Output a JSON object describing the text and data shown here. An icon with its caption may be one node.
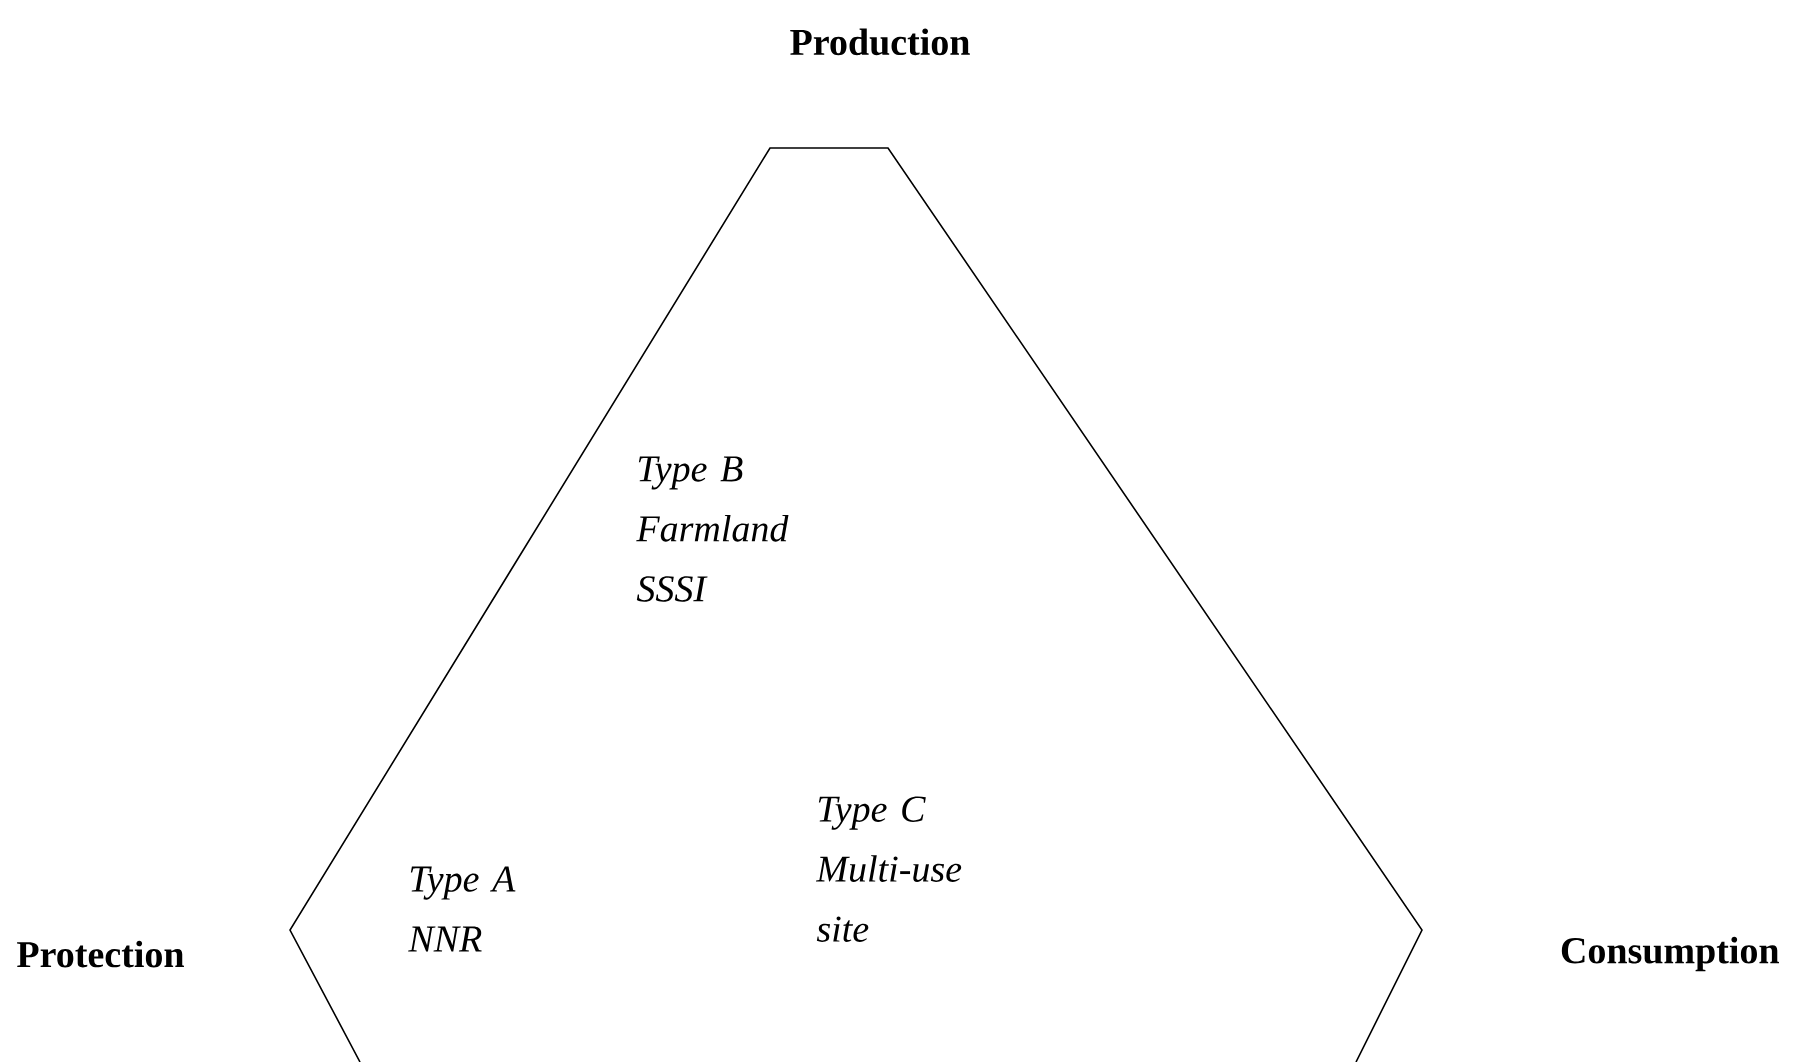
{
  "diagram": {
    "nodes": [
      {
        "text": [
          "Type B Farmland SSSI",
          "Type A NNR",
          "Type C Multi-use site"
        ]
      }
    ],
    "labels": [
      "Production",
      "Protection",
      "Consumption"
    ]
  }
}
